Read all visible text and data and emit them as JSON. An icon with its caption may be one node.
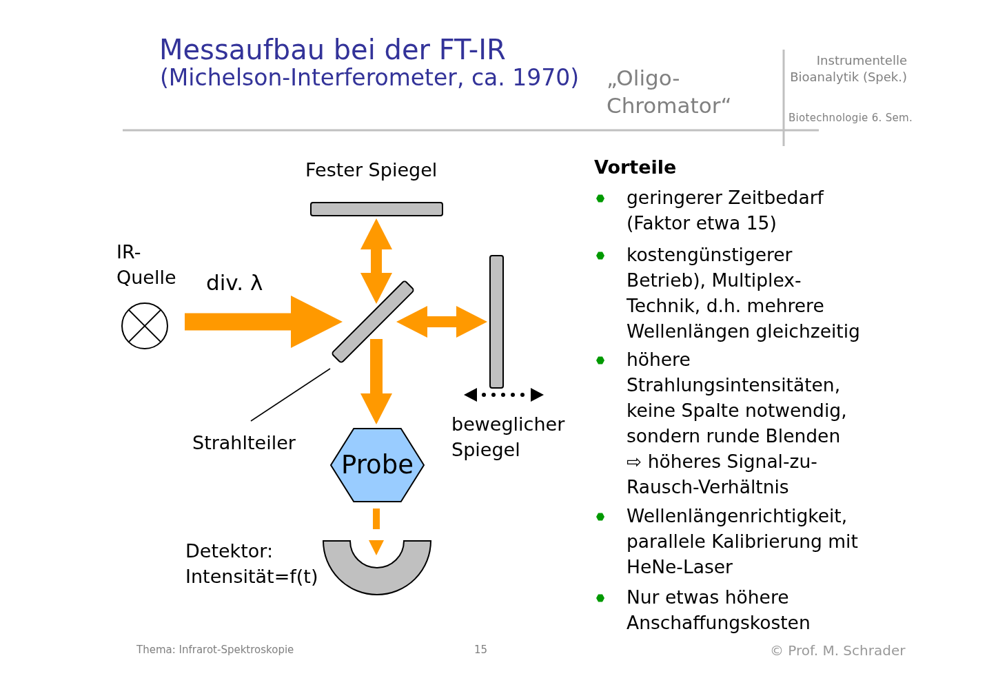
{
  "diagram": {
    "title": "Messaufbau bei der FT-IR",
    "nodes": [
      {
        "text": [
          "Fester Spiegel"
        ]
      },
      {
        "text": [
          "IR- Quelle"
        ]
      },
      {
        "text": [],
        "shape": "bar"
      },
      {
        "text": [
          "beweglicher Spiegel"
        ]
      },
      {
        "text": [
          "Strahlteiler"
        ]
      },
      {
        "text": [
          "Probe"
        ]
      },
      {
        "text": [
          "Detektor: Intensität=f(t)"
        ]
      }
    ],
    "edges": [
      {
        "from": 1,
        "to": 2,
        "arrow": "to",
        "label": "div. λ"
      },
      {
        "from": 2,
        "to": 0,
        "arrow": "both"
      },
      {
        "from": 2,
        "to": 3,
        "arrow": "both"
      },
      {
        "from": 2,
        "to": 5,
        "arrow": "to"
      },
      {
        "from": 5,
        "to": 6,
        "arrow": "to",
        "style": "dashed"
      },
      {
        "from": 4,
        "to": 2,
        "arrow": "none",
        "color": "#000000"
      }
    ],
    "labels": [
      "(Michelson-Interferometer, ca. 1970)",
      "„Oligo- Chromator“",
      "Instrumentelle Bioanalytik (Spek.)",
      "Biotechnologie 6. Sem.",
      "Vorteile",
      "geringerer Zeitbedarf (Faktor etwa 15)",
      "kostengünstigerer Betrieb), Multiplex- Technik, d.h. mehrere Wellenlängen gleichzeitig",
      "höhere Strahlungsintensitäten, keine Spalte notwendig, sondern runde Blenden ⇨ höheres Signal-zu- Rausch-Verhältnis",
      "Wellenlängenrichtigkeit, parallele Kalibrierung mit HeNe-Laser",
      "Nur etwas höhere Anschaffungskosten",
      "Thema: Infrarot-Spektroskopie",
      "15",
      "© Prof. M. Schrader"
    ]
  }
}
